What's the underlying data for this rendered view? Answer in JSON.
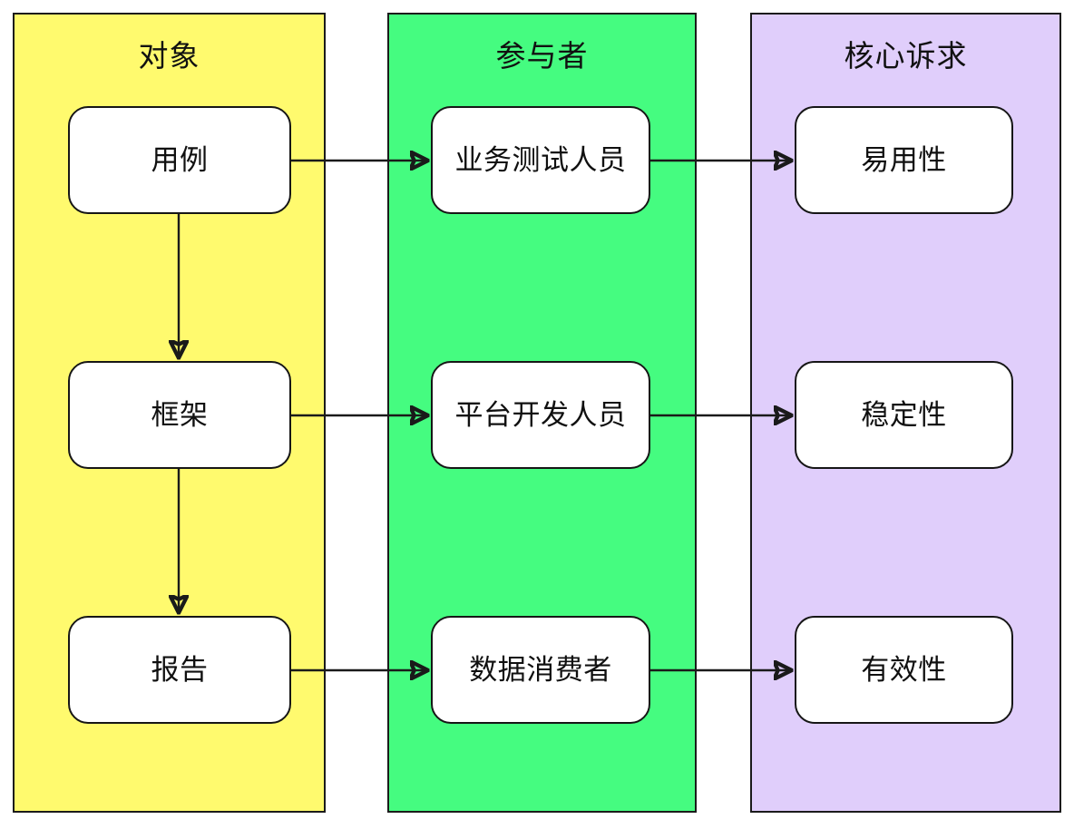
{
  "diagram": {
    "title": "",
    "colors": {
      "lane_object_bg": "#FFFA6E",
      "lane_actor_bg": "#45FC80",
      "lane_demand_bg": "#E0CEFB",
      "node_bg": "#FFFFFF",
      "stroke": "#1A1A1A",
      "text": "#101010"
    },
    "lanes": [
      {
        "key": "object",
        "title": "对象",
        "nodes": [
          {
            "label": "用例"
          },
          {
            "label": "框架"
          },
          {
            "label": "报告"
          }
        ]
      },
      {
        "key": "actor",
        "title": "参与者",
        "nodes": [
          {
            "label": "业务测试人员"
          },
          {
            "label": "平台开发人员"
          },
          {
            "label": "数据消费者"
          }
        ]
      },
      {
        "key": "demand",
        "title": "核心诉求",
        "nodes": [
          {
            "label": "易用性"
          },
          {
            "label": "稳定性"
          },
          {
            "label": "有效性"
          }
        ]
      }
    ],
    "edges": [
      {
        "from": "用例",
        "to": "业务测试人员",
        "direction": "right"
      },
      {
        "from": "业务测试人员",
        "to": "易用性",
        "direction": "right"
      },
      {
        "from": "框架",
        "to": "平台开发人员",
        "direction": "right"
      },
      {
        "from": "平台开发人员",
        "to": "稳定性",
        "direction": "right"
      },
      {
        "from": "报告",
        "to": "数据消费者",
        "direction": "right"
      },
      {
        "from": "数据消费者",
        "to": "有效性",
        "direction": "right"
      },
      {
        "from": "用例",
        "to": "框架",
        "direction": "down"
      },
      {
        "from": "框架",
        "to": "报告",
        "direction": "down"
      }
    ]
  }
}
